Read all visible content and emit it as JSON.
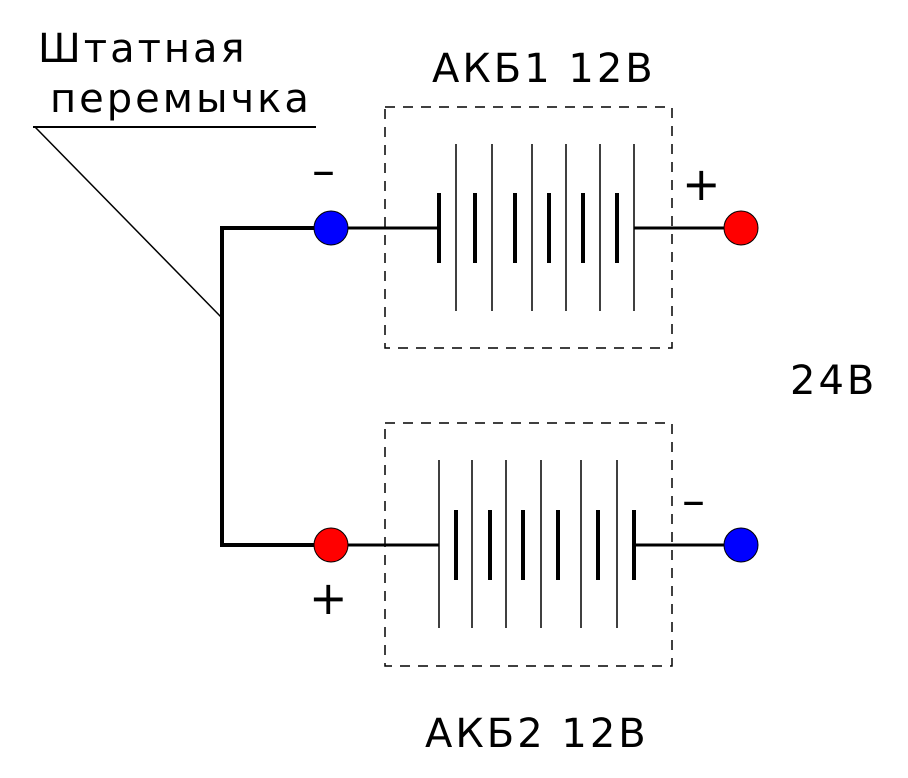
{
  "labels": {
    "jumper_line1": "Штатная",
    "jumper_line2": "перемычка",
    "battery1": "АКБ1 12В",
    "battery2": "АКБ2 12В",
    "total_voltage": "24В",
    "b1_minus": "–",
    "b1_plus": "+",
    "b2_plus": "+",
    "b2_minus": "–"
  },
  "colors": {
    "positive_terminal": "#ff0000",
    "negative_terminal": "#0000ff",
    "line": "#000000"
  }
}
